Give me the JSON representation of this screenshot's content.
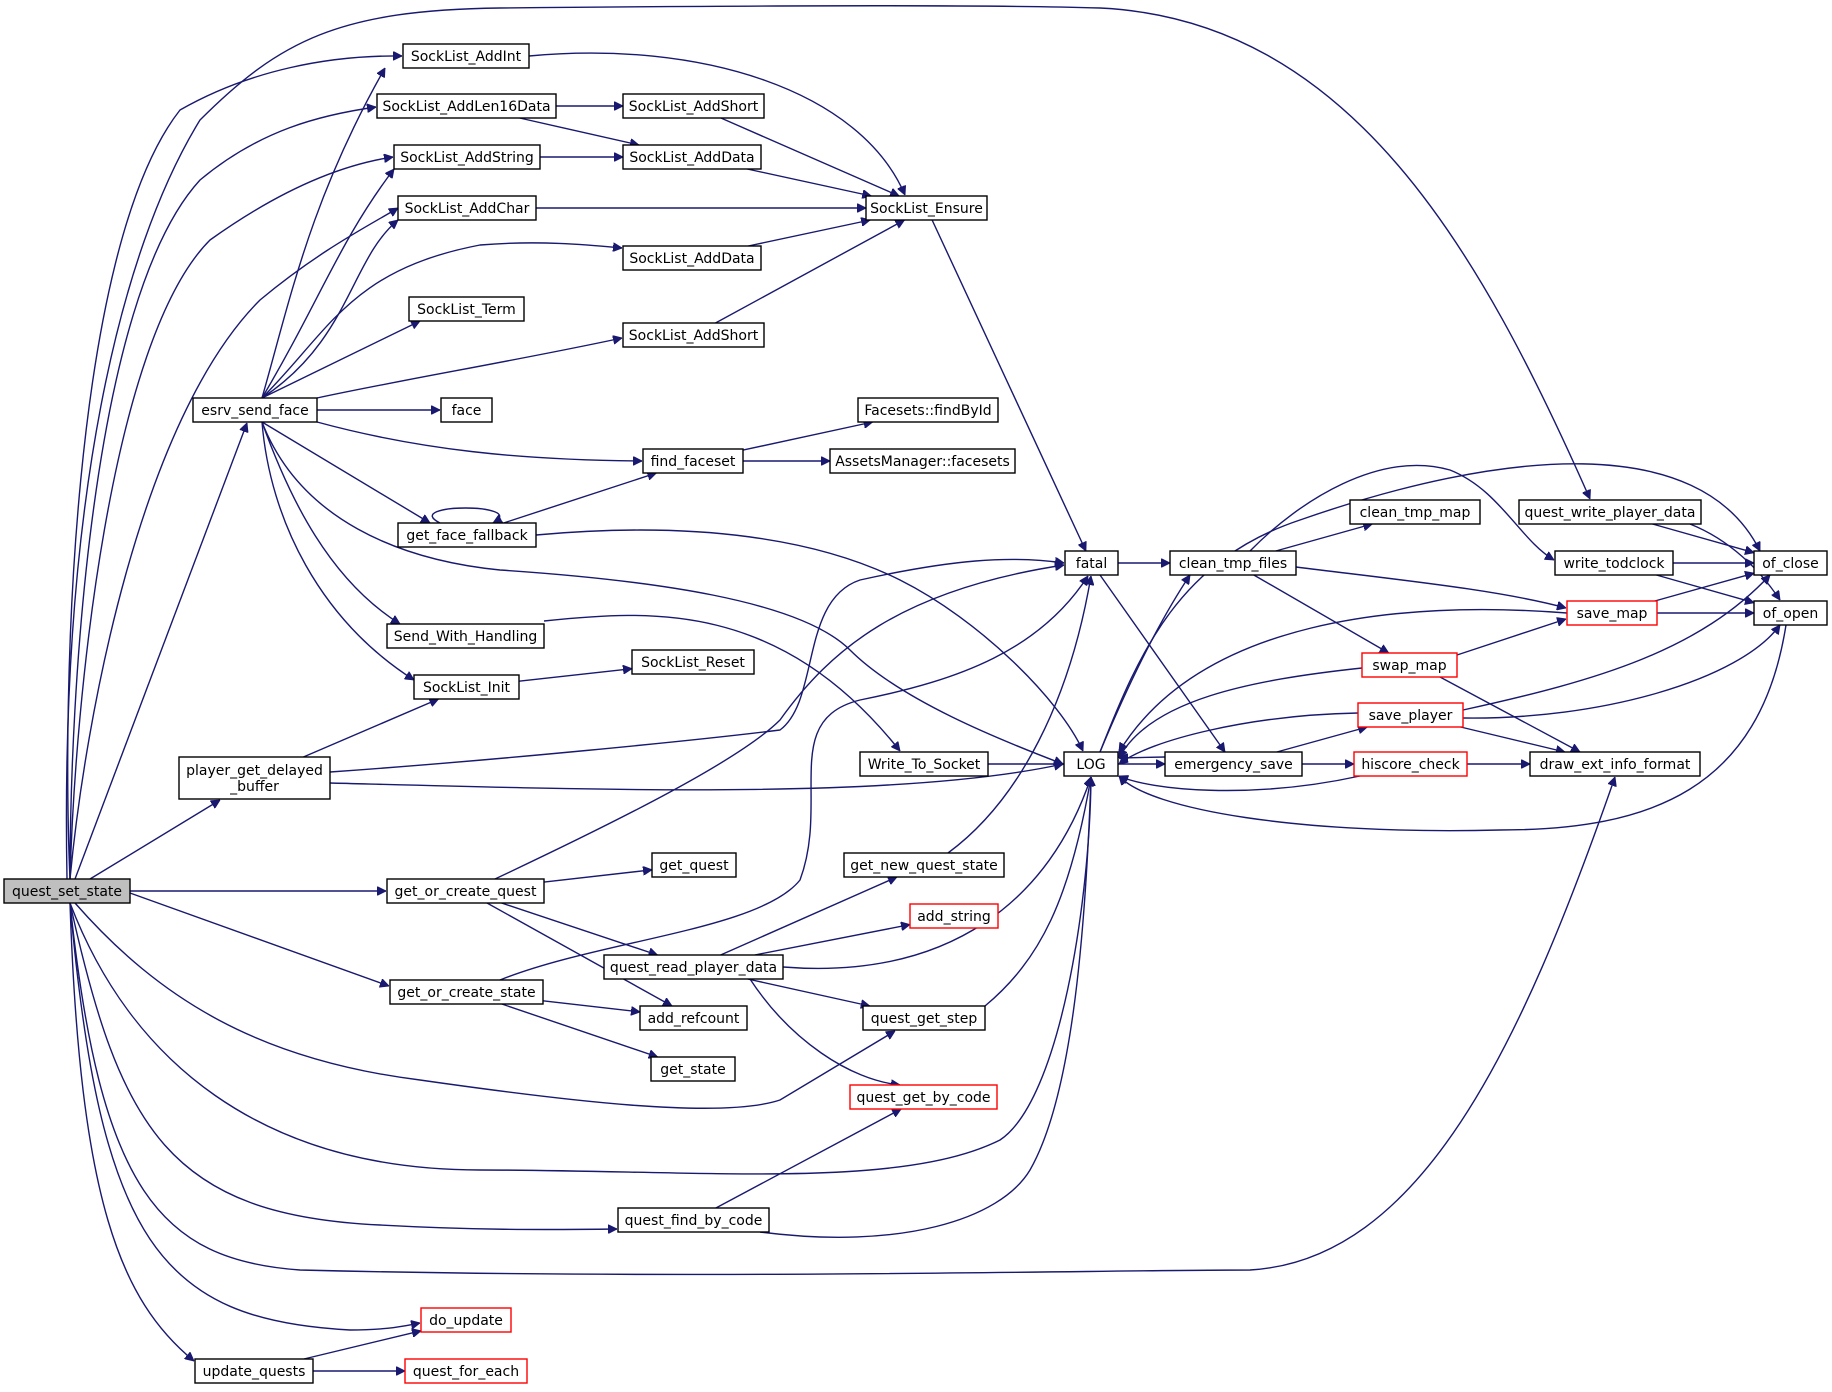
{
  "graph": {
    "edge_color": "#191970",
    "node_border": "#000000",
    "highlight_border": "#ff0000",
    "root_fill": "#bfbfbf",
    "nodes": [
      {
        "id": "quest_set_state",
        "label": "quest_set_state",
        "root": true
      },
      {
        "id": "SockList_AddInt",
        "label": "SockList_AddInt"
      },
      {
        "id": "SockList_AddLen16Data",
        "label": "SockList_AddLen16Data"
      },
      {
        "id": "SockList_AddString",
        "label": "SockList_AddString"
      },
      {
        "id": "SockList_AddChar",
        "label": "SockList_AddChar"
      },
      {
        "id": "SockList_Term",
        "label": "SockList_Term"
      },
      {
        "id": "esrv_send_face",
        "label": "esrv_send_face"
      },
      {
        "id": "get_face_fallback",
        "label": "get_face_fallback"
      },
      {
        "id": "Send_With_Handling",
        "label": "Send_With_Handling"
      },
      {
        "id": "SockList_Init",
        "label": "SockList_Init"
      },
      {
        "id": "player_get_delayed_buffer",
        "label": "player_get_delayed\n_buffer"
      },
      {
        "id": "get_or_create_quest",
        "label": "get_or_create_quest"
      },
      {
        "id": "get_or_create_state",
        "label": "get_or_create_state"
      },
      {
        "id": "update_quests",
        "label": "update_quests"
      },
      {
        "id": "do_update",
        "label": "do_update",
        "red": true
      },
      {
        "id": "quest_for_each",
        "label": "quest_for_each",
        "red": true
      },
      {
        "id": "SockList_AddShort_1",
        "label": "SockList_AddShort"
      },
      {
        "id": "SockList_AddData_1",
        "label": "SockList_AddData"
      },
      {
        "id": "SockList_AddData_2",
        "label": "SockList_AddData"
      },
      {
        "id": "SockList_AddShort_2",
        "label": "SockList_AddShort"
      },
      {
        "id": "face",
        "label": "face"
      },
      {
        "id": "find_faceset",
        "label": "find_faceset"
      },
      {
        "id": "SockList_Reset",
        "label": "SockList_Reset"
      },
      {
        "id": "get_quest",
        "label": "get_quest"
      },
      {
        "id": "quest_read_player_data",
        "label": "quest_read_player_data"
      },
      {
        "id": "add_refcount",
        "label": "add_refcount"
      },
      {
        "id": "get_state",
        "label": "get_state"
      },
      {
        "id": "quest_find_by_code",
        "label": "quest_find_by_code"
      },
      {
        "id": "SockList_Ensure",
        "label": "SockList_Ensure"
      },
      {
        "id": "Facesets_findById",
        "label": "Facesets::findById"
      },
      {
        "id": "AssetsManager_facesets",
        "label": "AssetsManager::facesets"
      },
      {
        "id": "Write_To_Socket",
        "label": "Write_To_Socket"
      },
      {
        "id": "get_new_quest_state",
        "label": "get_new_quest_state"
      },
      {
        "id": "add_string",
        "label": "add_string",
        "red": true
      },
      {
        "id": "quest_get_step",
        "label": "quest_get_step"
      },
      {
        "id": "quest_get_by_code",
        "label": "quest_get_by_code",
        "red": true
      },
      {
        "id": "fatal",
        "label": "fatal"
      },
      {
        "id": "LOG",
        "label": "LOG"
      },
      {
        "id": "clean_tmp_files",
        "label": "clean_tmp_files"
      },
      {
        "id": "emergency_save",
        "label": "emergency_save"
      },
      {
        "id": "clean_tmp_map",
        "label": "clean_tmp_map"
      },
      {
        "id": "swap_map",
        "label": "swap_map",
        "red": true
      },
      {
        "id": "save_player",
        "label": "save_player",
        "red": true
      },
      {
        "id": "hiscore_check",
        "label": "hiscore_check",
        "red": true
      },
      {
        "id": "quest_write_player_data",
        "label": "quest_write_player_data"
      },
      {
        "id": "write_todclock",
        "label": "write_todclock"
      },
      {
        "id": "save_map",
        "label": "save_map",
        "red": true
      },
      {
        "id": "draw_ext_info_format",
        "label": "draw_ext_info_format"
      },
      {
        "id": "of_close",
        "label": "of_close"
      },
      {
        "id": "of_open",
        "label": "of_open"
      }
    ],
    "edges": [
      [
        "quest_set_state",
        "SockList_AddInt"
      ],
      [
        "quest_set_state",
        "SockList_AddLen16Data"
      ],
      [
        "quest_set_state",
        "SockList_AddString"
      ],
      [
        "quest_set_state",
        "SockList_AddChar"
      ],
      [
        "quest_set_state",
        "esrv_send_face"
      ],
      [
        "quest_set_state",
        "player_get_delayed_buffer"
      ],
      [
        "quest_set_state",
        "get_or_create_quest"
      ],
      [
        "quest_set_state",
        "get_or_create_state"
      ],
      [
        "quest_set_state",
        "quest_get_step"
      ],
      [
        "quest_set_state",
        "LOG"
      ],
      [
        "quest_set_state",
        "quest_find_by_code"
      ],
      [
        "quest_set_state",
        "draw_ext_info_format"
      ],
      [
        "quest_set_state",
        "do_update"
      ],
      [
        "quest_set_state",
        "update_quests"
      ],
      [
        "quest_set_state",
        "quest_write_player_data"
      ],
      [
        "esrv_send_face",
        "SockList_AddInt"
      ],
      [
        "esrv_send_face",
        "SockList_AddString"
      ],
      [
        "esrv_send_face",
        "SockList_AddChar"
      ],
      [
        "esrv_send_face",
        "SockList_Term"
      ],
      [
        "esrv_send_face",
        "SockList_AddData_2"
      ],
      [
        "esrv_send_face",
        "SockList_AddShort_2"
      ],
      [
        "esrv_send_face",
        "face"
      ],
      [
        "esrv_send_face",
        "find_faceset"
      ],
      [
        "esrv_send_face",
        "get_face_fallback"
      ],
      [
        "esrv_send_face",
        "Send_With_Handling"
      ],
      [
        "esrv_send_face",
        "SockList_Init"
      ],
      [
        "esrv_send_face",
        "LOG"
      ],
      [
        "SockList_AddInt",
        "SockList_Ensure"
      ],
      [
        "SockList_AddLen16Data",
        "SockList_AddShort_1"
      ],
      [
        "SockList_AddLen16Data",
        "SockList_AddData_1"
      ],
      [
        "SockList_AddString",
        "SockList_AddData_1"
      ],
      [
        "SockList_AddChar",
        "SockList_Ensure"
      ],
      [
        "SockList_AddShort_1",
        "SockList_Ensure"
      ],
      [
        "SockList_AddData_1",
        "SockList_Ensure"
      ],
      [
        "SockList_AddData_2",
        "SockList_Ensure"
      ],
      [
        "SockList_AddShort_2",
        "SockList_Ensure"
      ],
      [
        "SockList_Ensure",
        "fatal"
      ],
      [
        "find_faceset",
        "Facesets_findById"
      ],
      [
        "find_faceset",
        "AssetsManager_facesets"
      ],
      [
        "get_face_fallback",
        "find_faceset"
      ],
      [
        "get_face_fallback",
        "get_face_fallback"
      ],
      [
        "get_face_fallback",
        "LOG"
      ],
      [
        "Send_With_Handling",
        "Write_To_Socket"
      ],
      [
        "SockList_Init",
        "SockList_Reset"
      ],
      [
        "player_get_delayed_buffer",
        "SockList_Init"
      ],
      [
        "player_get_delayed_buffer",
        "fatal"
      ],
      [
        "player_get_delayed_buffer",
        "LOG"
      ],
      [
        "get_or_create_quest",
        "fatal"
      ],
      [
        "get_or_create_quest",
        "get_quest"
      ],
      [
        "get_or_create_quest",
        "quest_read_player_data"
      ],
      [
        "get_or_create_quest",
        "add_refcount"
      ],
      [
        "get_or_create_state",
        "fatal"
      ],
      [
        "get_or_create_state",
        "add_refcount"
      ],
      [
        "get_or_create_state",
        "get_state"
      ],
      [
        "quest_read_player_data",
        "get_new_quest_state"
      ],
      [
        "quest_read_player_data",
        "add_string"
      ],
      [
        "quest_read_player_data",
        "quest_get_step"
      ],
      [
        "quest_read_player_data",
        "quest_get_by_code"
      ],
      [
        "quest_read_player_data",
        "LOG"
      ],
      [
        "get_new_quest_state",
        "fatal"
      ],
      [
        "quest_get_step",
        "LOG"
      ],
      [
        "quest_find_by_code",
        "quest_get_by_code"
      ],
      [
        "quest_find_by_code",
        "LOG"
      ],
      [
        "Write_To_Socket",
        "LOG"
      ],
      [
        "update_quests",
        "do_update"
      ],
      [
        "update_quests",
        "quest_for_each"
      ],
      [
        "fatal",
        "clean_tmp_files"
      ],
      [
        "fatal",
        "emergency_save"
      ],
      [
        "LOG",
        "clean_tmp_files"
      ],
      [
        "LOG",
        "emergency_save"
      ],
      [
        "LOG",
        "of_close"
      ],
      [
        "clean_tmp_files",
        "clean_tmp_map"
      ],
      [
        "clean_tmp_files",
        "swap_map"
      ],
      [
        "clean_tmp_files",
        "save_map"
      ],
      [
        "clean_tmp_files",
        "write_todclock"
      ],
      [
        "emergency_save",
        "save_player"
      ],
      [
        "emergency_save",
        "hiscore_check"
      ],
      [
        "emergency_save",
        "LOG"
      ],
      [
        "swap_map",
        "save_map"
      ],
      [
        "swap_map",
        "LOG"
      ],
      [
        "swap_map",
        "draw_ext_info_format"
      ],
      [
        "save_player",
        "LOG"
      ],
      [
        "save_player",
        "draw_ext_info_format"
      ],
      [
        "save_player",
        "of_close"
      ],
      [
        "save_player",
        "of_open"
      ],
      [
        "hiscore_check",
        "draw_ext_info_format"
      ],
      [
        "hiscore_check",
        "LOG"
      ],
      [
        "save_map",
        "of_close"
      ],
      [
        "save_map",
        "of_open"
      ],
      [
        "save_map",
        "LOG"
      ],
      [
        "quest_write_player_data",
        "of_close"
      ],
      [
        "quest_write_player_data",
        "of_open"
      ],
      [
        "write_todclock",
        "of_close"
      ],
      [
        "write_todclock",
        "of_open"
      ],
      [
        "of_open",
        "LOG"
      ]
    ]
  }
}
